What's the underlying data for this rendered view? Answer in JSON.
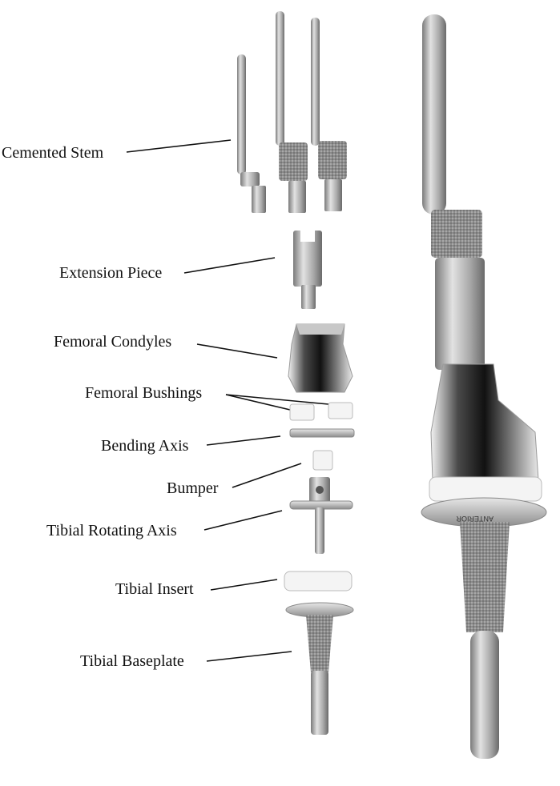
{
  "labels": {
    "cemented_stem": "Cemented Stem",
    "extension_piece": "Extension Piece",
    "femoral_condyles": "Femoral Condyles",
    "femoral_bushings": "Femoral Bushings",
    "bending_axis": "Bending Axis",
    "bumper": "Bumper",
    "tibial_rotating_axis": "Tibial Rotating Axis",
    "tibial_insert": "Tibial Insert",
    "tibial_baseplate": "Tibial Baseplate"
  },
  "assembled_plate_marking": "ANTERIOR",
  "colors": {
    "metal_light": "#dcdcdc",
    "metal_mid": "#a8a8a8",
    "metal_dark": "#6f6f6f",
    "chrome_dark": "#1e1e1e",
    "poly_white": "#f4f4f4",
    "text": "#111111"
  }
}
